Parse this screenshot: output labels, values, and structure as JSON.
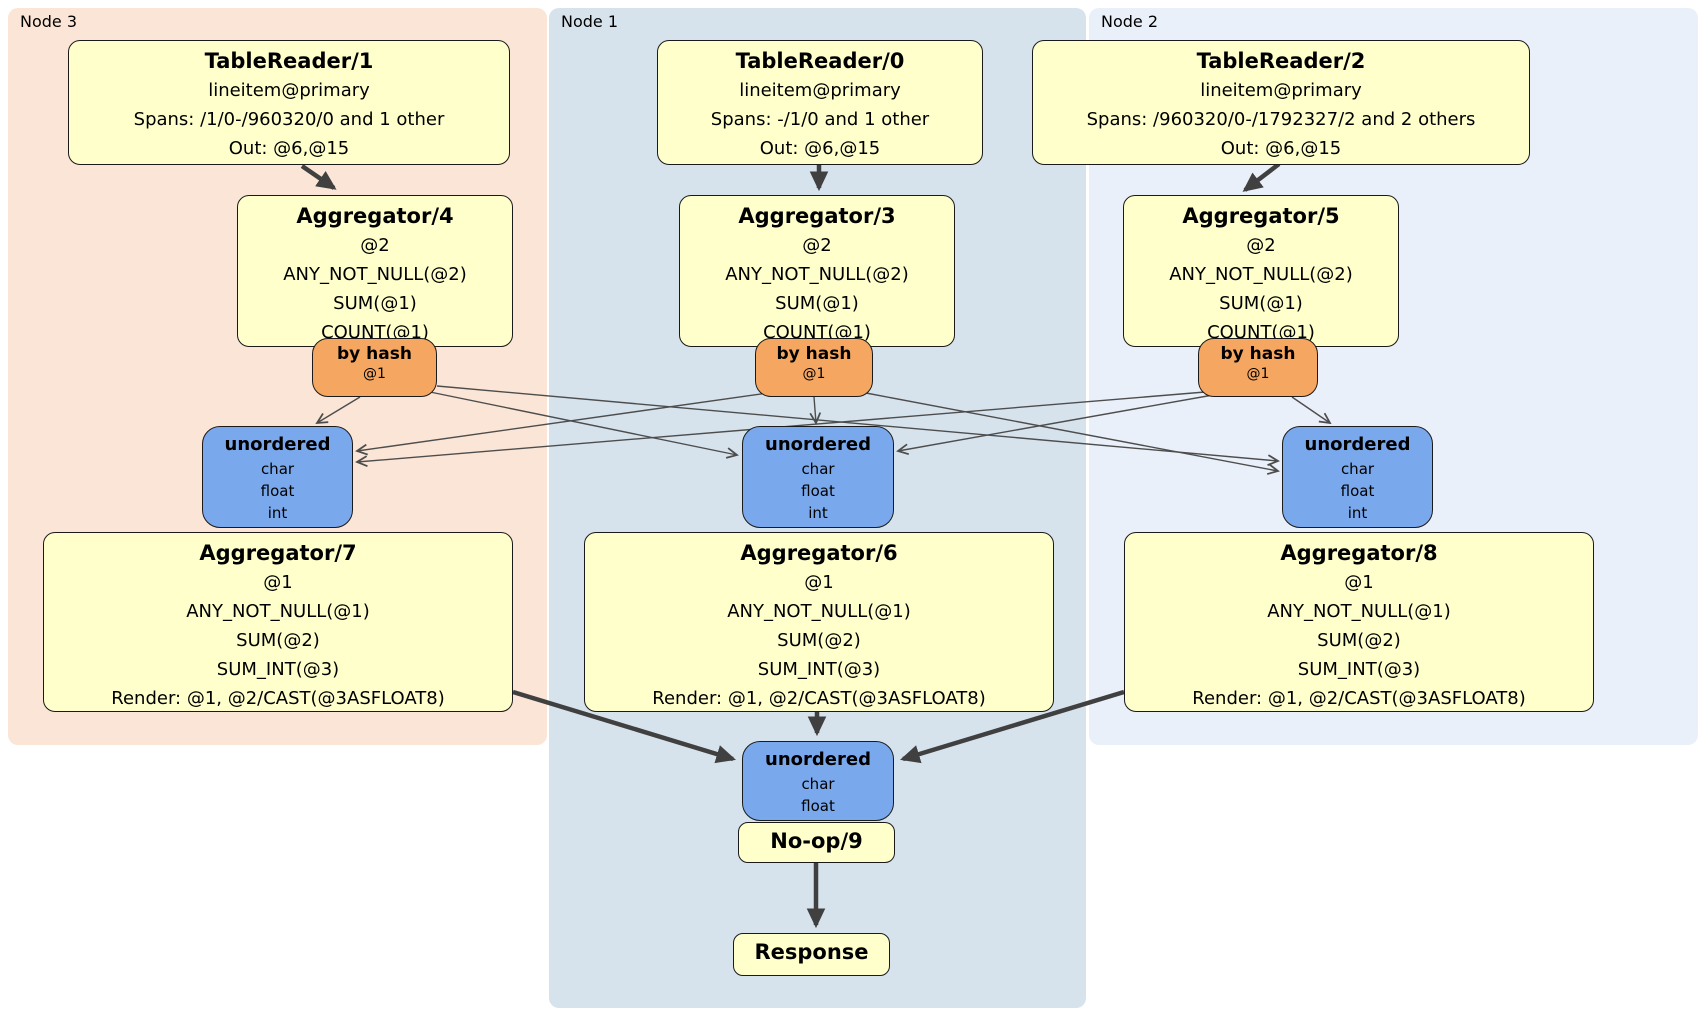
{
  "regions": {
    "node3": {
      "label": "Node 3"
    },
    "node1": {
      "label": "Node 1"
    },
    "node2": {
      "label": "Node 2"
    }
  },
  "processors": {
    "tr1": {
      "title": "TableReader/1",
      "lines": [
        "lineitem@primary",
        "Spans: /1/0-/960320/0 and 1 other",
        "Out: @6,@15"
      ]
    },
    "tr0": {
      "title": "TableReader/0",
      "lines": [
        "lineitem@primary",
        "Spans: -/1/0 and 1 other",
        "Out: @6,@15"
      ]
    },
    "tr2": {
      "title": "TableReader/2",
      "lines": [
        "lineitem@primary",
        "Spans: /960320/0-/1792327/2 and 2 others",
        "Out: @6,@15"
      ]
    },
    "agg4": {
      "title": "Aggregator/4",
      "lines": [
        "@2",
        "ANY_NOT_NULL(@2)",
        "SUM(@1)",
        "COUNT(@1)"
      ]
    },
    "agg3": {
      "title": "Aggregator/3",
      "lines": [
        "@2",
        "ANY_NOT_NULL(@2)",
        "SUM(@1)",
        "COUNT(@1)"
      ]
    },
    "agg5": {
      "title": "Aggregator/5",
      "lines": [
        "@2",
        "ANY_NOT_NULL(@2)",
        "SUM(@1)",
        "COUNT(@1)"
      ]
    },
    "agg7": {
      "title": "Aggregator/7",
      "lines": [
        "@1",
        "ANY_NOT_NULL(@1)",
        "SUM(@2)",
        "SUM_INT(@3)",
        "Render: @1, @2/CAST(@3ASFLOAT8)"
      ]
    },
    "agg6": {
      "title": "Aggregator/6",
      "lines": [
        "@1",
        "ANY_NOT_NULL(@1)",
        "SUM(@2)",
        "SUM_INT(@3)",
        "Render: @1, @2/CAST(@3ASFLOAT8)"
      ]
    },
    "agg8": {
      "title": "Aggregator/8",
      "lines": [
        "@1",
        "ANY_NOT_NULL(@1)",
        "SUM(@2)",
        "SUM_INT(@3)",
        "Render: @1, @2/CAST(@3ASFLOAT8)"
      ]
    },
    "noop": {
      "title": "No-op/9"
    },
    "response": {
      "title": "Response"
    }
  },
  "routers": {
    "hash_left": {
      "title": "by hash",
      "detail": "@1"
    },
    "hash_middle": {
      "title": "by hash",
      "detail": "@1"
    },
    "hash_right": {
      "title": "by hash",
      "detail": "@1"
    }
  },
  "syncs": {
    "un_left": {
      "title": "unordered",
      "lines": [
        "char",
        "float",
        "int"
      ]
    },
    "un_middle": {
      "title": "unordered",
      "lines": [
        "char",
        "float",
        "int"
      ]
    },
    "un_right": {
      "title": "unordered",
      "lines": [
        "char",
        "float",
        "int"
      ]
    },
    "un_bottom": {
      "title": "unordered",
      "lines": [
        "char",
        "float"
      ]
    }
  },
  "colors": {
    "node3_bg": "#FBE5D6",
    "node1_bg": "#D6E3ED",
    "node2_bg": "#EAF0F9",
    "processor_bg": "#FFFFCC",
    "router_bg": "#F5A660",
    "sync_bg": "#7AA8EC",
    "edge_thin": "#4d4d4d",
    "edge_thick": "#404040"
  }
}
